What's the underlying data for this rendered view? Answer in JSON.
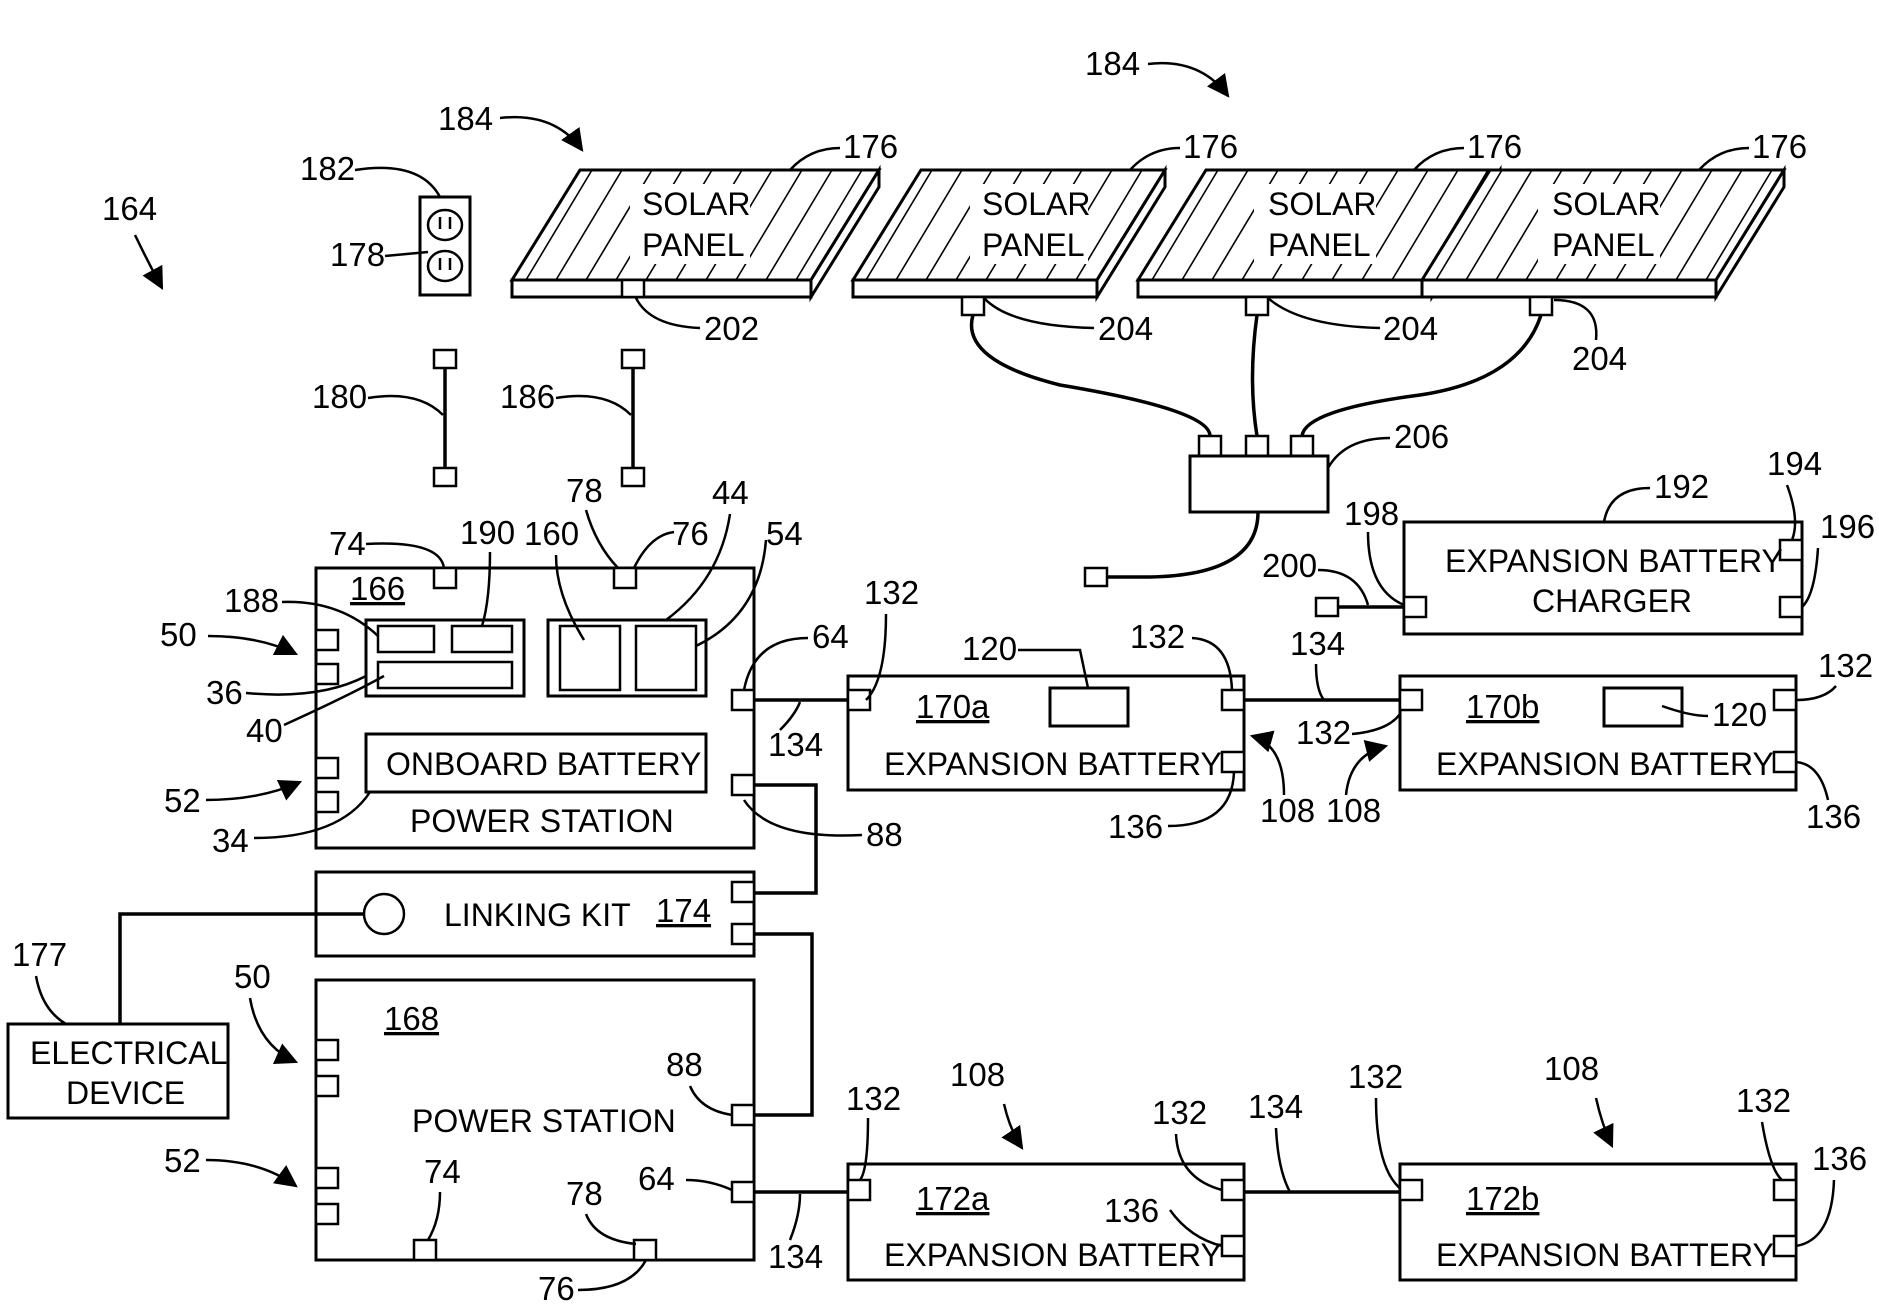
{
  "refs": {
    "r164": "164",
    "r184a": "184",
    "r184b": "184",
    "r182": "182",
    "r178": "178",
    "r176a": "176",
    "r176b": "176",
    "r176c": "176",
    "r176d": "176",
    "r202": "202",
    "r204a": "204",
    "r204b": "204",
    "r204c": "204",
    "r180": "180",
    "r186": "186",
    "r206": "206",
    "r192": "192",
    "r194": "194",
    "r196": "196",
    "r198": "198",
    "r200": "200",
    "r74a": "74",
    "r190": "190",
    "r78a": "78",
    "r44": "44",
    "r76a": "76",
    "r160": "160",
    "r54": "54",
    "r188": "188",
    "r166": "166",
    "r50a": "50",
    "r36": "36",
    "r40": "40",
    "r64a": "64",
    "r132a": "132",
    "r120a": "120",
    "r132b": "132",
    "r134a": "134",
    "r132c": "132",
    "r120b": "120",
    "r134b": "134",
    "r132d": "132",
    "r170a": "170a",
    "r170b": "170b",
    "r52a": "52",
    "r34": "34",
    "r88a": "88",
    "r108a": "108",
    "r108b": "108",
    "r136a": "136",
    "r136b": "136",
    "r174": "174",
    "r177": "177",
    "r50b": "50",
    "r168": "168",
    "r88b": "88",
    "r52b": "52",
    "r74b": "74",
    "r78b": "78",
    "r64b": "64",
    "r76b": "76",
    "r134c": "134",
    "r132e": "132",
    "r108c": "108",
    "r132f": "132",
    "r134d": "134",
    "r132g": "132",
    "r108d": "108",
    "r132h": "132",
    "r136c": "136",
    "r136d": "136",
    "r172a": "172a",
    "r172b": "172b"
  },
  "labels": {
    "solar_panel_line1": "SOLAR",
    "solar_panel_line2": "PANEL",
    "charger_line1": "EXPANSION BATTERY",
    "charger_line2": "CHARGER",
    "onboard_battery": "ONBOARD BATTERY",
    "power_station": "POWER STATION",
    "expansion_battery": "EXPANSION BATTERY",
    "linking_kit": "LINKING KIT",
    "electrical_device_line1": "ELECTRICAL",
    "electrical_device_line2": "DEVICE"
  }
}
